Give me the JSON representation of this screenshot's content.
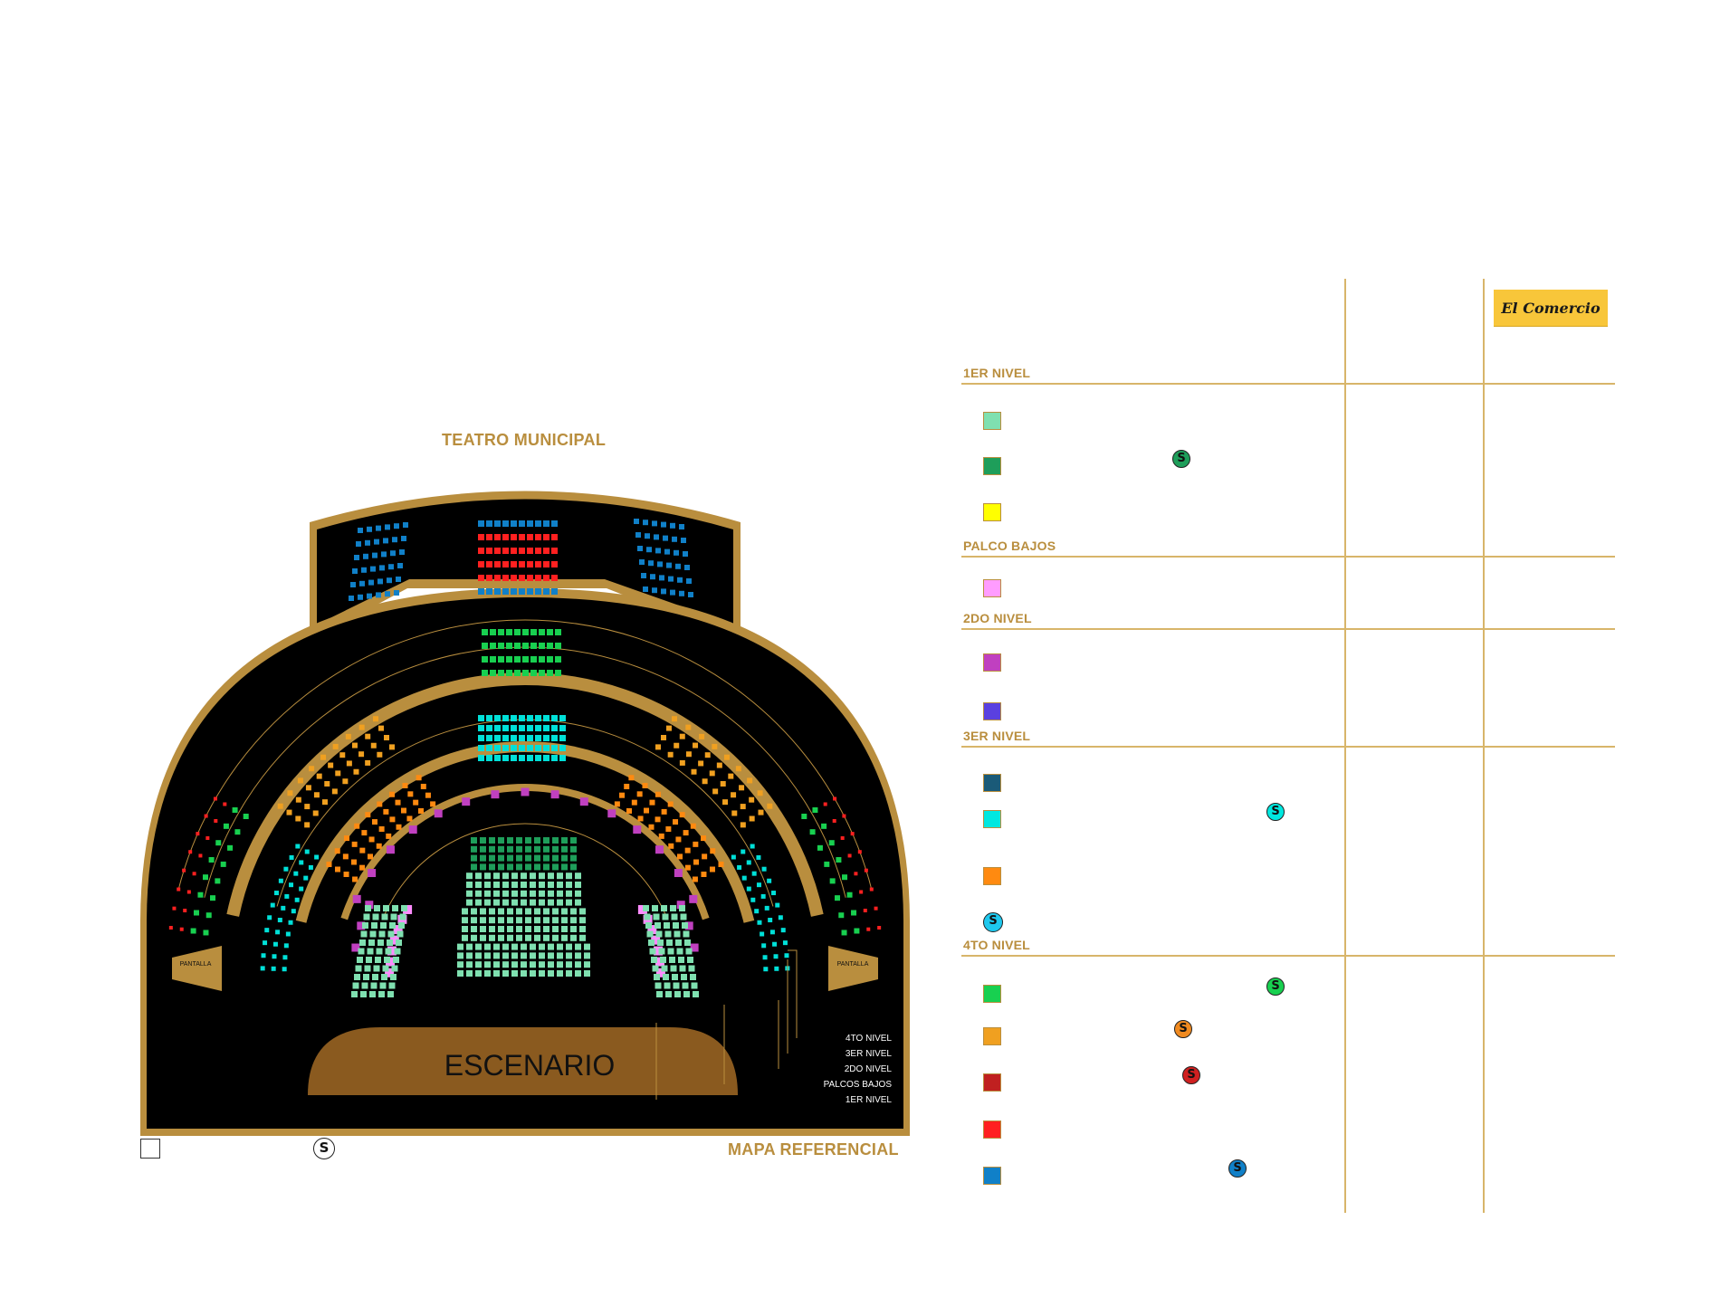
{
  "map": {
    "title": "TEATRO MUNICIPAL",
    "subtitle": "MAPA REFERENCIAL",
    "stage_label": "ESCENARIO",
    "pantalla_left": "PANTALLA",
    "pantalla_right": "PANTALLA",
    "level_callouts": [
      "4TO NIVEL",
      "3ER NIVEL",
      "2DO NIVEL",
      "PALCOS BAJOS",
      "1ER NIVEL"
    ],
    "bottom_s": "S",
    "colors": {
      "frame": "#b98e3e",
      "stage": "#8a5a1f",
      "background": "#000000",
      "level1_light": "#7fe0b0",
      "level1_green": "#1e9e5a",
      "palco": "#ff8cff",
      "level2_purple": "#c040c0",
      "level2_violet": "#5a40e0",
      "level3_teal": "#1a5a78",
      "level3_cyan": "#00e0d8",
      "level3_orange": "#ff8a10",
      "level4_green": "#18d050",
      "level4_orange": "#f0a020",
      "level4_darkred": "#c02020",
      "level4_red": "#ff2020",
      "level4_blue": "#1080c8"
    }
  },
  "legend": {
    "logo": "El Comercio",
    "sections": [
      {
        "label": "1ER NIVEL",
        "items": [
          {
            "color": "#7fe0b0",
            "s": false
          },
          {
            "color": "#1e9e5a",
            "s": true,
            "s_color": "#1e9e5a"
          },
          {
            "color": "#ffff00",
            "s": false
          }
        ]
      },
      {
        "label": "PALCO BAJOS",
        "items": [
          {
            "color": "#ff9cff",
            "s": false
          }
        ]
      },
      {
        "label": "2DO NIVEL",
        "items": [
          {
            "color": "#c040c0",
            "s": false
          },
          {
            "color": "#5a40e0",
            "s": false
          }
        ]
      },
      {
        "label": "3ER NIVEL",
        "items": [
          {
            "color": "#1a5a78",
            "s": false
          },
          {
            "color": "#00e8e0",
            "s": true,
            "s_color": "#00e8e0"
          },
          {
            "color": "#ff8a10",
            "s": false
          },
          {
            "color": "#1ec8ee",
            "s_only": true
          }
        ]
      },
      {
        "label": "4TO NIVEL",
        "items": [
          {
            "color": "#18d050",
            "s": true,
            "s_color": "#18d050"
          },
          {
            "color": "#f0a020",
            "s": true,
            "s_color": "#f08a20"
          },
          {
            "color": "#c02020",
            "s": true,
            "s_color": "#d02020"
          },
          {
            "color": "#ff2020",
            "s": false
          },
          {
            "color": "#1080c8",
            "s": true,
            "s_color": "#1080c8"
          }
        ]
      }
    ],
    "s_letter": "S"
  }
}
